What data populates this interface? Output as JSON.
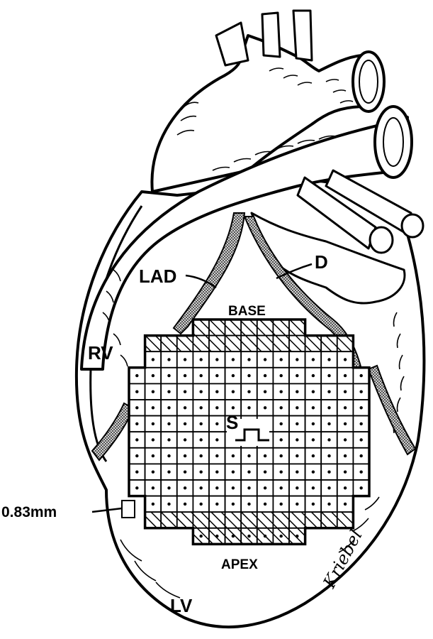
{
  "labels": {
    "lad": "LAD",
    "d": "D",
    "base": "BASE",
    "rv": "RV",
    "s": "S",
    "scale": "0.83mm",
    "apex": "APEX",
    "lv": "LV"
  },
  "signature": "Kriebel",
  "colors": {
    "ink": "#000000",
    "paper": "#ffffff",
    "artery": "#8a8a8a"
  }
}
